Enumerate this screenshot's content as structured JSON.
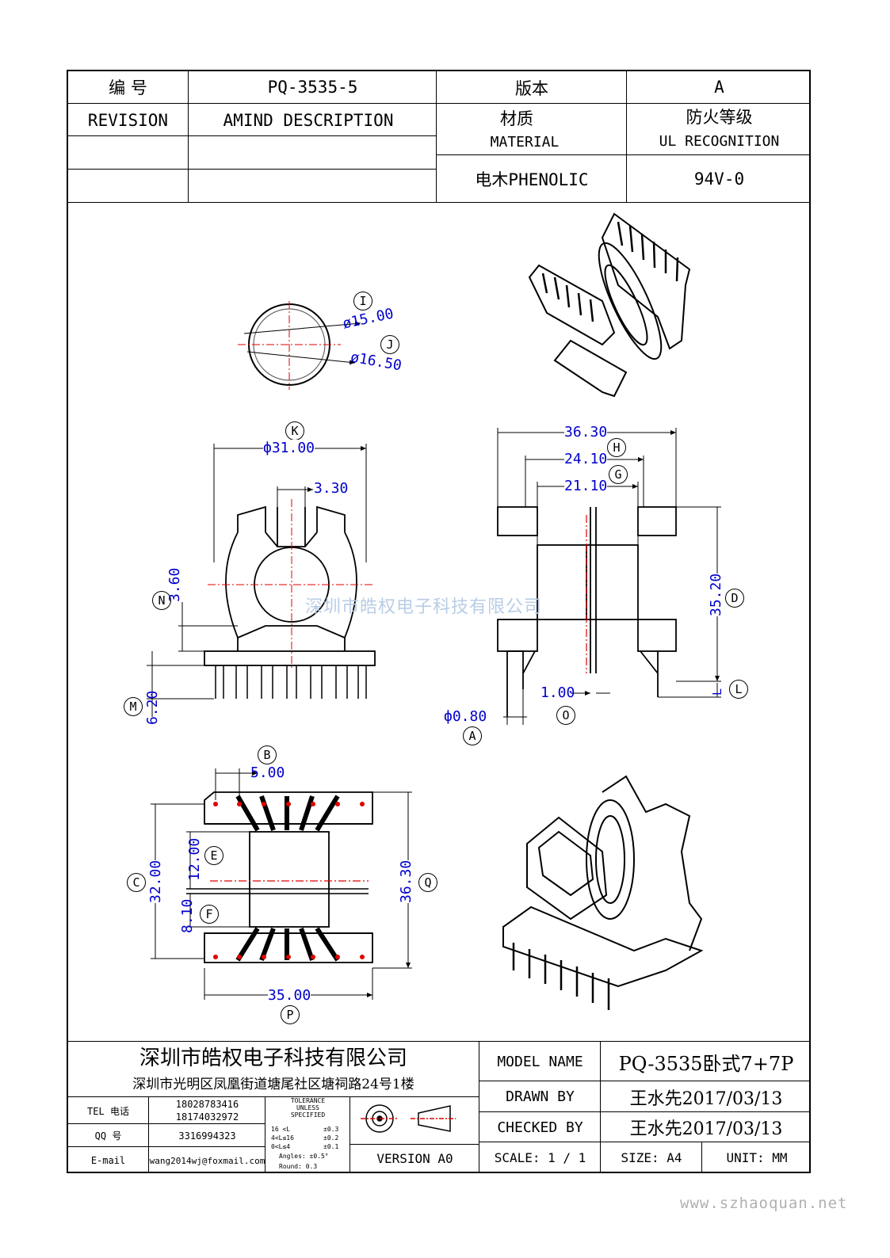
{
  "header": {
    "code_label": "编   号",
    "part_number": "PQ-3535-5",
    "version_label": "版本",
    "version_value": "A",
    "revision_label": "REVISION",
    "amind_label": "AMIND DESCRIPTION",
    "material_label_cn": "材质",
    "material_label_en": "MATERIAL",
    "fire_label_cn": "防火等级",
    "fire_label_en": "UL RECOGNITION",
    "material_value": "电木PHENOLIC",
    "fire_value": "94V-0"
  },
  "drawing": {
    "watermark": "深圳市皓权电子科技有限公司",
    "top_view": {
      "label_i": "I",
      "dim_i": "ø15.00",
      "label_j": "J",
      "dim_j": "ø16.50"
    },
    "front_view": {
      "label_k": "K",
      "dim_k": "ф31.00",
      "dim_slot": "3.30",
      "label_n": "N",
      "dim_n": "3.60",
      "label_m": "M",
      "dim_m": "6.20"
    },
    "side_view": {
      "dim_total": "36.30",
      "label_h": "H",
      "dim_h": "24.10",
      "label_g": "G",
      "dim_g": "21.10",
      "label_d": "D",
      "dim_d": "35.20",
      "label_l": "L",
      "dim_l": "L",
      "dim_o": "1.00",
      "label_o": "O",
      "dim_a": "ф0.80",
      "label_a": "A"
    },
    "bottom_view": {
      "label_b": "B",
      "dim_b": "5.00",
      "label_c": "C",
      "dim_c": "32.00",
      "label_e": "E",
      "dim_e": "12.00",
      "label_f": "F",
      "dim_f": "8.10",
      "label_q": "Q",
      "dim_q": "36.30",
      "label_p": "P",
      "dim_p": "35.00"
    }
  },
  "title_block": {
    "company_name": "深圳市皓权电子科技有限公司",
    "company_address": "深圳市光明区凤凰街道塘尾社区塘祠路24号1楼",
    "tel_label": "TEL 电话",
    "tel_1": "18028783416",
    "tel_2": "18174032972",
    "qq_label": "QQ   号",
    "qq_value": "3316994323",
    "email_label": "E-mail",
    "email_value": "wang2014wj@foxmail.com",
    "tolerance_title_1": "TOLERANCE",
    "tolerance_title_2": "UNLESS",
    "tolerance_title_3": "SPECIFIED",
    "tol_r1_l": "16 <L",
    "tol_r1_r": "±0.3",
    "tol_r2_l": "4<L≤16",
    "tol_r2_r": "±0.2",
    "tol_r3_l": "0<L≤4",
    "tol_r3_r": "±0.1",
    "tol_angles": "Angles: ±0.5°",
    "tol_round": "Round: 0.3",
    "version": "VERSION A0",
    "model_label": "MODEL NAME",
    "model_value": "PQ-3535卧式7+7P",
    "drawn_label": "DRAWN BY",
    "drawn_value": "王水先2017/03/13",
    "checked_label": "CHECKED BY",
    "checked_value": "王水先2017/03/13",
    "scale": "SCALE:  1 / 1",
    "size": "SIZE:  A4",
    "unit": "UNIT:  MM"
  },
  "site_url": "www.szhaoquan.net",
  "colors": {
    "dimension": "#0000cc",
    "centerline": "#e00000",
    "line": "#000000"
  }
}
